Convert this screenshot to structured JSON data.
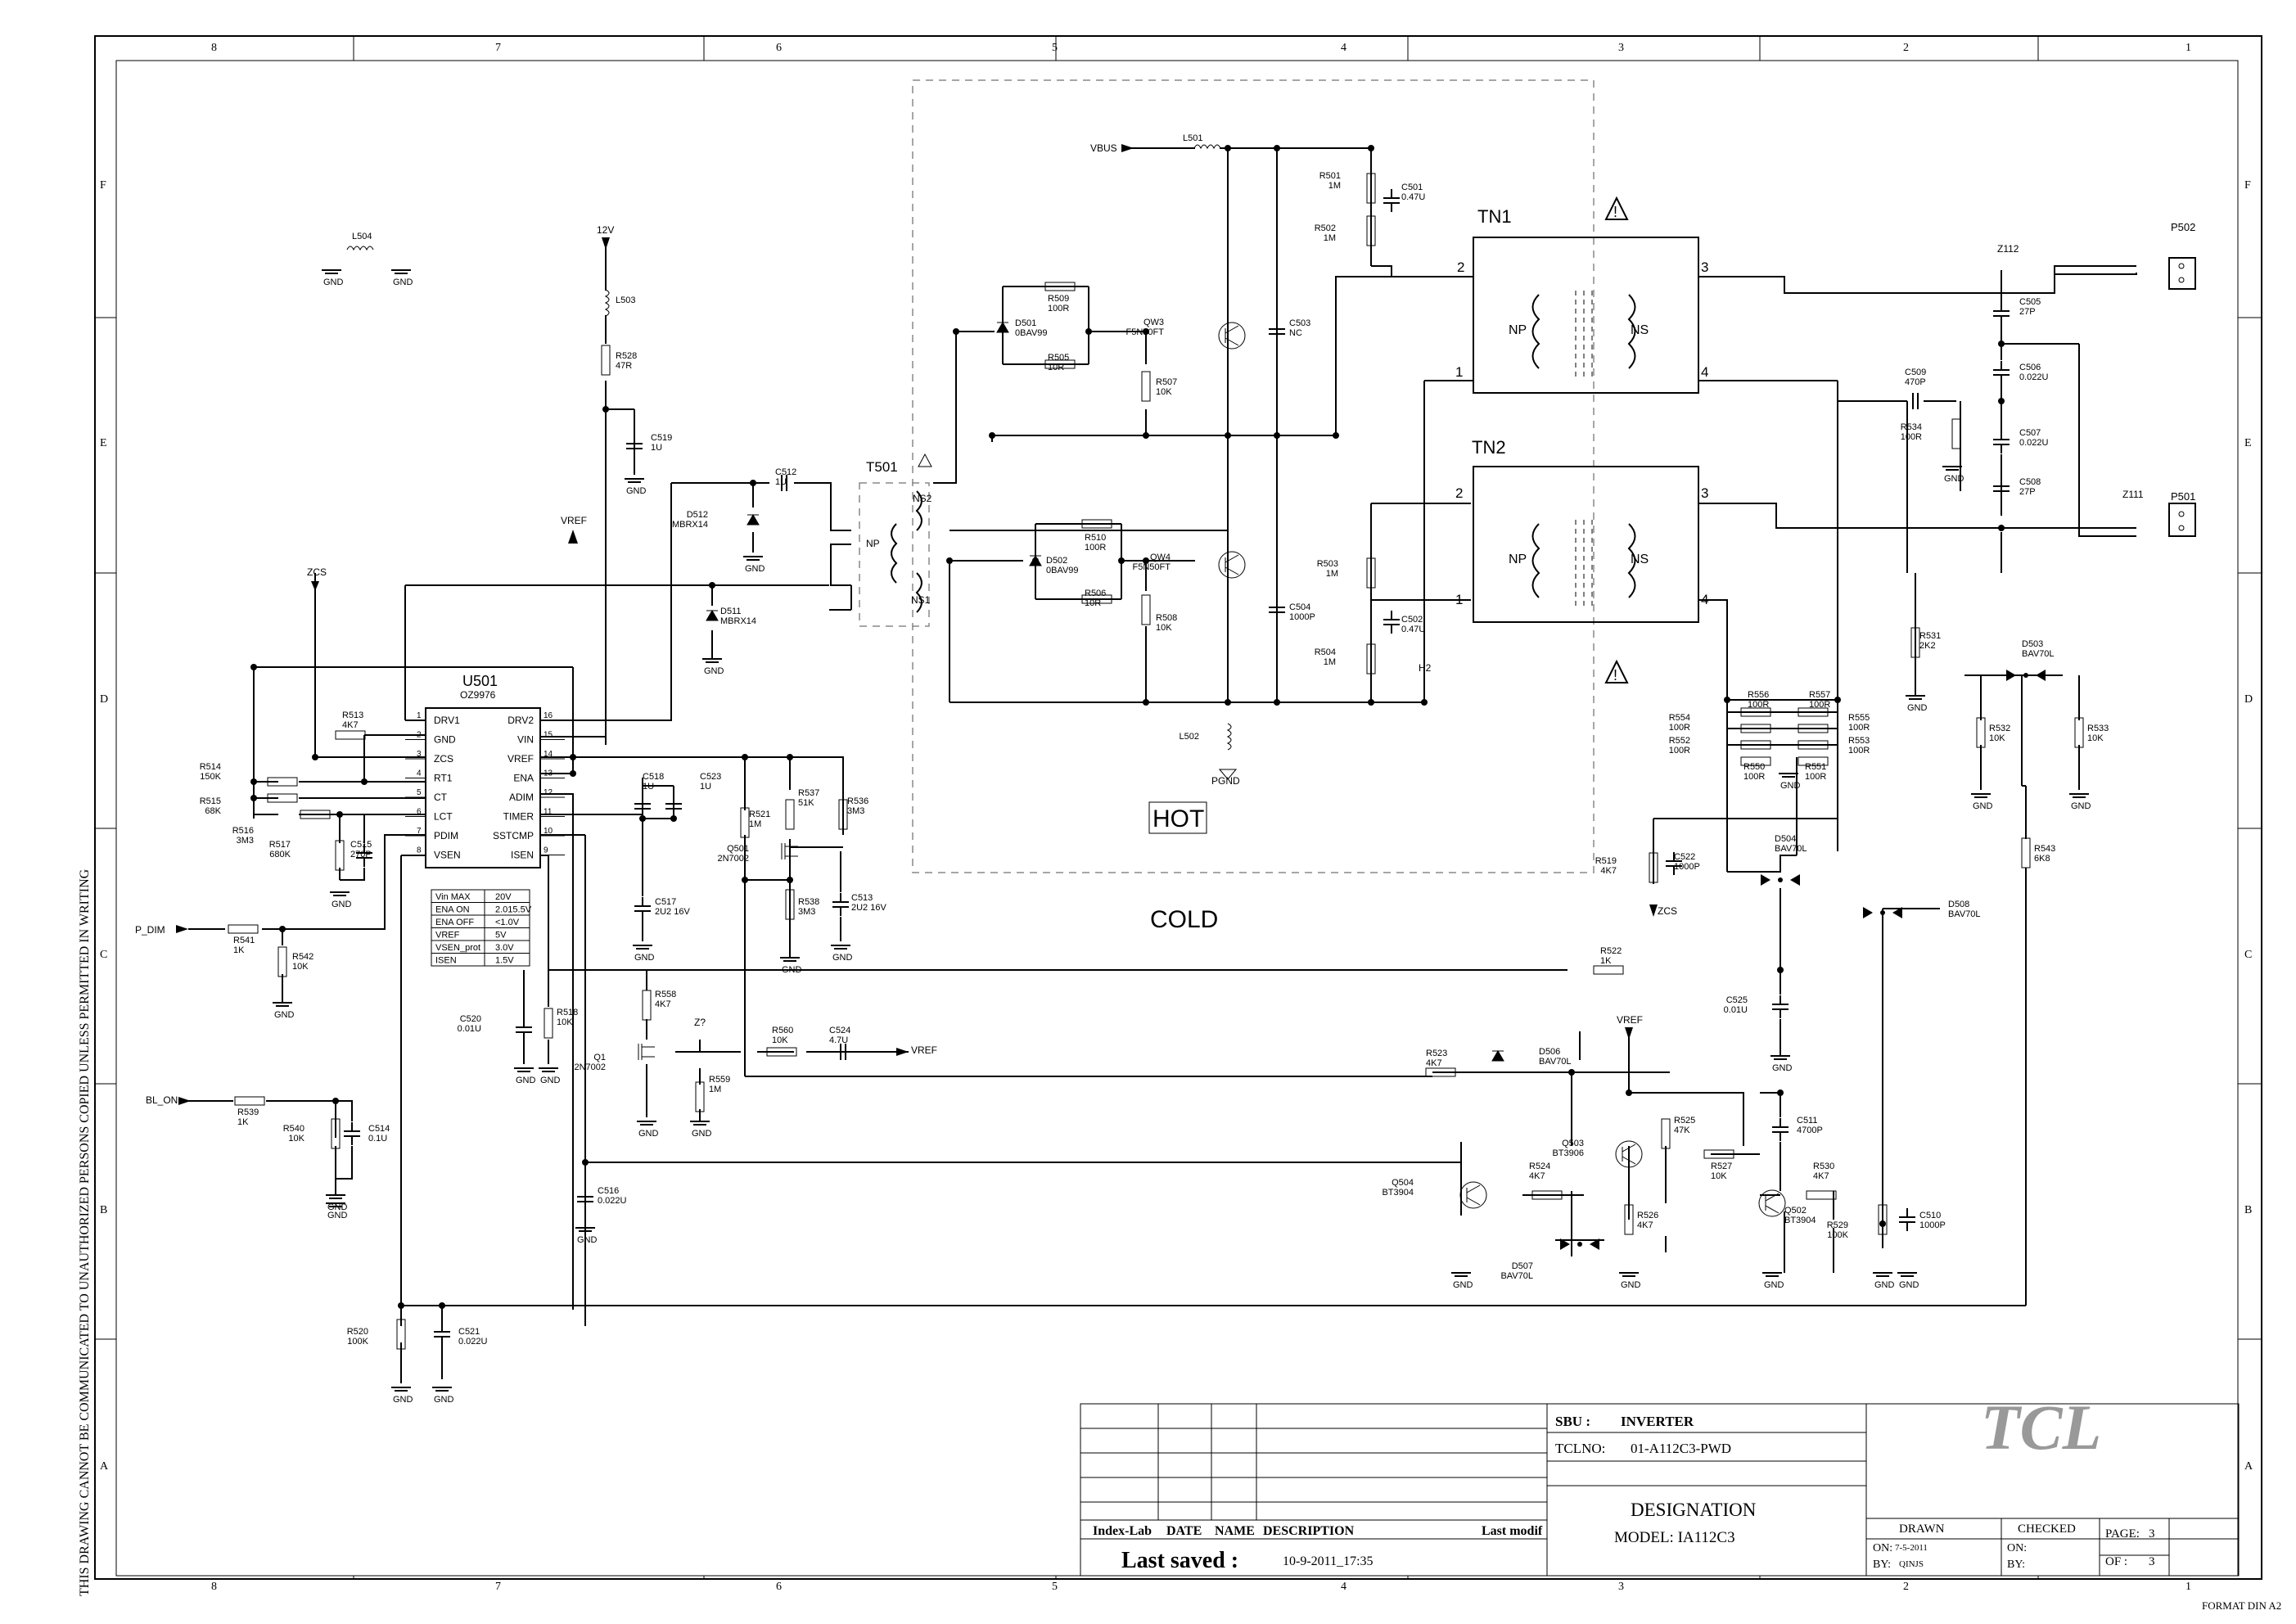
{
  "frame": {
    "col_top": [
      "8",
      "7",
      "6",
      "5",
      "4",
      "3",
      "2",
      "1"
    ],
    "col_bottom": [
      "8",
      "7",
      "6",
      "5",
      "4",
      "3",
      "2",
      "1"
    ],
    "rows": [
      "F",
      "E",
      "D",
      "C",
      "B",
      "A"
    ],
    "side_note": "THIS DRAWING CANNOT BE COMMUNICATED TO UNAUTHORIZED PERSONS COPIED UNLESS PERMITTED IN WRITING",
    "format": "FORMAT DIN A2"
  },
  "zones": {
    "hot": "HOT",
    "cold": "COLD"
  },
  "nets": {
    "vbus": "VBUS",
    "v12": "12V",
    "vref": "VREF",
    "zcs": "ZCS",
    "pdim": "P_DIM",
    "blon": "BL_ON",
    "pgnd": "PGND",
    "gnd": "GND",
    "h2": "H2"
  },
  "ic": {
    "ref": "U501",
    "part": "OZ9976",
    "left_pins": [
      {
        "num": "1",
        "name": "DRV1"
      },
      {
        "num": "2",
        "name": "GND"
      },
      {
        "num": "3",
        "name": "ZCS"
      },
      {
        "num": "4",
        "name": "RT1"
      },
      {
        "num": "5",
        "name": "CT"
      },
      {
        "num": "6",
        "name": "LCT"
      },
      {
        "num": "7",
        "name": "PDIM"
      },
      {
        "num": "8",
        "name": "VSEN"
      }
    ],
    "right_pins": [
      {
        "num": "16",
        "name": "DRV2"
      },
      {
        "num": "15",
        "name": "VIN"
      },
      {
        "num": "14",
        "name": "VREF"
      },
      {
        "num": "13",
        "name": "ENA"
      },
      {
        "num": "12",
        "name": "ADIM"
      },
      {
        "num": "11",
        "name": "TIMER"
      },
      {
        "num": "10",
        "name": "SSTCMP"
      },
      {
        "num": "9",
        "name": "ISEN"
      }
    ]
  },
  "spec_table": [
    {
      "k": "Vin MAX",
      "v": "20V"
    },
    {
      "k": "ENA  ON",
      "v": "2.015.5V"
    },
    {
      "k": "ENA OFF",
      "v": "<1.0V"
    },
    {
      "k": "VREF",
      "v": "5V"
    },
    {
      "k": "VSEN_prot",
      "v": "3.0V"
    },
    {
      "k": "ISEN",
      "v": "1.5V"
    }
  ],
  "transformers": {
    "tn1": "TN1",
    "tn2": "TN2",
    "np": "NP",
    "ns": "NS",
    "t501": "T501",
    "t501_np": "NP",
    "t501_ns1": "NS1",
    "t501_ns2": "NS2"
  },
  "connectors": {
    "p502": "P502",
    "p501": "P501",
    "z112": "Z112",
    "z111": "Z111",
    "z7": "Z?"
  },
  "components": [
    {
      "id": "L504",
      "ref": "L504",
      "val": ""
    },
    {
      "id": "L503",
      "ref": "L503",
      "val": ""
    },
    {
      "id": "R528",
      "ref": "R528",
      "val": "47R"
    },
    {
      "id": "C519",
      "ref": "C519",
      "val": "1U"
    },
    {
      "id": "C512",
      "ref": "C512",
      "val": "1U"
    },
    {
      "id": "D512",
      "ref": "D512",
      "val": "MBRX14"
    },
    {
      "id": "D511",
      "ref": "D511",
      "val": "MBRX14"
    },
    {
      "id": "L501",
      "ref": "L501",
      "val": ""
    },
    {
      "id": "R501",
      "ref": "R501",
      "val": "1M"
    },
    {
      "id": "R502",
      "ref": "R502",
      "val": "1M"
    },
    {
      "id": "C501",
      "ref": "C501",
      "val": "0.47U"
    },
    {
      "id": "R509",
      "ref": "R509",
      "val": "100R"
    },
    {
      "id": "R505",
      "ref": "R505",
      "val": "10R"
    },
    {
      "id": "D501",
      "ref": "D501",
      "val": "0BAV99"
    },
    {
      "id": "QW3",
      "ref": "QW3",
      "val": "F5N50FT"
    },
    {
      "id": "R507",
      "ref": "R507",
      "val": "10K"
    },
    {
      "id": "C503",
      "ref": "C503",
      "val": "NC"
    },
    {
      "id": "R510",
      "ref": "R510",
      "val": "100R"
    },
    {
      "id": "R506",
      "ref": "R506",
      "val": "10R"
    },
    {
      "id": "D502",
      "ref": "D502",
      "val": "0BAV99"
    },
    {
      "id": "QW4",
      "ref": "QW4",
      "val": "F5N50FT"
    },
    {
      "id": "R508",
      "ref": "R508",
      "val": "10K"
    },
    {
      "id": "C504",
      "ref": "C504",
      "val": "1000P"
    },
    {
      "id": "R503",
      "ref": "R503",
      "val": "1M"
    },
    {
      "id": "R504",
      "ref": "R504",
      "val": "1M"
    },
    {
      "id": "C502",
      "ref": "C502",
      "val": "0.47U"
    },
    {
      "id": "L502",
      "ref": "L502",
      "val": ""
    },
    {
      "id": "R513",
      "ref": "R513",
      "val": "4K7"
    },
    {
      "id": "R514",
      "ref": "R514",
      "val": "150K"
    },
    {
      "id": "R515",
      "ref": "R515",
      "val": "68K"
    },
    {
      "id": "R516",
      "ref": "R516",
      "val": "3M3"
    },
    {
      "id": "R517",
      "ref": "R517",
      "val": "680K"
    },
    {
      "id": "C515",
      "ref": "C515",
      "val": "270P"
    },
    {
      "id": "C518",
      "ref": "C518",
      "val": "1U"
    },
    {
      "id": "C523",
      "ref": "C523",
      "val": "1U"
    },
    {
      "id": "R521",
      "ref": "R521",
      "val": "1M"
    },
    {
      "id": "R537",
      "ref": "R537",
      "val": "51K"
    },
    {
      "id": "R536",
      "ref": "R536",
      "val": "3M3"
    },
    {
      "id": "Q501",
      "ref": "Q501",
      "val": "2N7002"
    },
    {
      "id": "C517",
      "ref": "C517",
      "val": "2U2 16V"
    },
    {
      "id": "R538",
      "ref": "R538",
      "val": "3M3"
    },
    {
      "id": "C513",
      "ref": "C513",
      "val": "2U2 16V"
    },
    {
      "id": "R541",
      "ref": "R541",
      "val": "1K"
    },
    {
      "id": "R542",
      "ref": "R542",
      "val": "10K"
    },
    {
      "id": "C520",
      "ref": "C520",
      "val": "0.01U"
    },
    {
      "id": "R518",
      "ref": "R518",
      "val": "10K"
    },
    {
      "id": "R558",
      "ref": "R558",
      "val": "4K7"
    },
    {
      "id": "Q1",
      "ref": "Q1",
      "val": "2N7002"
    },
    {
      "id": "R559",
      "ref": "R559",
      "val": "1M"
    },
    {
      "id": "R560",
      "ref": "R560",
      "val": "10K"
    },
    {
      "id": "C524",
      "ref": "C524",
      "val": "4.7U"
    },
    {
      "id": "R539",
      "ref": "R539",
      "val": "1K"
    },
    {
      "id": "R540",
      "ref": "R540",
      "val": "10K"
    },
    {
      "id": "C514",
      "ref": "C514",
      "val": "0.1U"
    },
    {
      "id": "C516",
      "ref": "C516",
      "val": "0.022U"
    },
    {
      "id": "R520",
      "ref": "R520",
      "val": "100K"
    },
    {
      "id": "C521",
      "ref": "C521",
      "val": "0.022U"
    },
    {
      "id": "C505",
      "ref": "C505",
      "val": "27P"
    },
    {
      "id": "C506",
      "ref": "C506",
      "val": "0.022U"
    },
    {
      "id": "C509",
      "ref": "C509",
      "val": "470P"
    },
    {
      "id": "R534",
      "ref": "R534",
      "val": "100R"
    },
    {
      "id": "C507",
      "ref": "C507",
      "val": "0.022U"
    },
    {
      "id": "C508",
      "ref": "C508",
      "val": "27P"
    },
    {
      "id": "R531",
      "ref": "R531",
      "val": "2K2"
    },
    {
      "id": "D503",
      "ref": "D503",
      "val": "BAV70L"
    },
    {
      "id": "R532",
      "ref": "R532",
      "val": "10K"
    },
    {
      "id": "R533",
      "ref": "R533",
      "val": "10K"
    },
    {
      "id": "R556",
      "ref": "R556",
      "val": "100R"
    },
    {
      "id": "R557",
      "ref": "R557",
      "val": "100R"
    },
    {
      "id": "R554",
      "ref": "R554",
      "val": "100R"
    },
    {
      "id": "R555",
      "ref": "R555",
      "val": "100R"
    },
    {
      "id": "R552",
      "ref": "R552",
      "val": "100R"
    },
    {
      "id": "R553",
      "ref": "R553",
      "val": "100R"
    },
    {
      "id": "R550",
      "ref": "R550",
      "val": "100R"
    },
    {
      "id": "R551",
      "ref": "R551",
      "val": "100R"
    },
    {
      "id": "R519",
      "ref": "R519",
      "val": "4K7"
    },
    {
      "id": "C522",
      "ref": "C522",
      "val": "1000P"
    },
    {
      "id": "D504",
      "ref": "D504",
      "val": "BAV70L"
    },
    {
      "id": "R543",
      "ref": "R543",
      "val": "6K8"
    },
    {
      "id": "D508",
      "ref": "D508",
      "val": "BAV70L"
    },
    {
      "id": "R522",
      "ref": "R522",
      "val": "1K"
    },
    {
      "id": "C525",
      "ref": "C525",
      "val": "0.01U"
    },
    {
      "id": "R523",
      "ref": "R523",
      "val": "4K7"
    },
    {
      "id": "D506",
      "ref": "D506",
      "val": "BAV70L"
    },
    {
      "id": "R525",
      "ref": "R525",
      "val": "47K"
    },
    {
      "id": "C511",
      "ref": "C511",
      "val": "4700P"
    },
    {
      "id": "Q503",
      "ref": "Q503",
      "val": "BT3906"
    },
    {
      "id": "R527",
      "ref": "R527",
      "val": "10K"
    },
    {
      "id": "R524",
      "ref": "R524",
      "val": "4K7"
    },
    {
      "id": "R526",
      "ref": "R526",
      "val": "4K7"
    },
    {
      "id": "Q504",
      "ref": "Q504",
      "val": "BT3904"
    },
    {
      "id": "D507",
      "ref": "D507",
      "val": "BAV70L"
    },
    {
      "id": "R530",
      "ref": "R530",
      "val": "4K7"
    },
    {
      "id": "Q502",
      "ref": "Q502",
      "val": "BT3904"
    },
    {
      "id": "R529",
      "ref": "R529",
      "val": "100K"
    },
    {
      "id": "C510",
      "ref": "C510",
      "val": "1000P"
    }
  ],
  "title_block": {
    "sbu_label": "SBU :",
    "sbu_value": "INVERTER",
    "tclno_label": "TCLNO:",
    "tclno_value": "01-A112C3-PWD",
    "designation": "DESIGNATION",
    "model": "MODEL: IA112C3",
    "logo": "TCL",
    "col_index": "Index-Lab",
    "col_date": "DATE",
    "col_name": "NAME",
    "col_desc": "DESCRIPTION",
    "col_last": "Last modif",
    "last_saved_label": "Last saved :",
    "last_saved_value": "10-9-2011_17:35",
    "drawn": "DRAWN",
    "checked": "CHECKED",
    "on_label": "ON:",
    "on_value": "7-5-2011",
    "by_label": "BY:",
    "by_value": "QINJS",
    "on2_label": "ON:",
    "by2_label": "BY:",
    "page_label": "PAGE:",
    "page_value": "3",
    "of_label": "OF :",
    "of_value": "3"
  }
}
